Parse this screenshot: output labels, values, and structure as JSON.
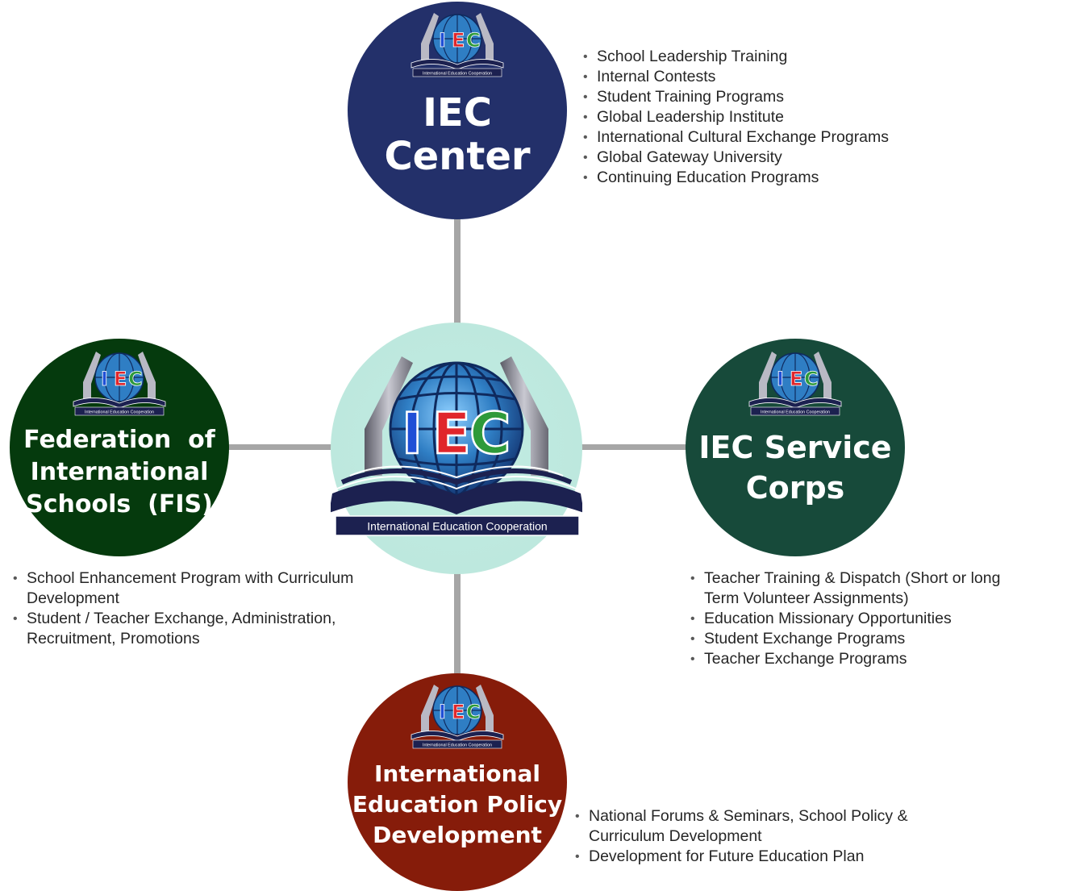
{
  "hub": {
    "logo_text": "IEC",
    "logo_caption": "International Education Cooperation",
    "colors": {
      "letter_i": "#1f4fd6",
      "letter_e": "#e0262b",
      "letter_c": "#2e9a3a",
      "banner": "#1c2150",
      "globe": "#2f7ec4"
    }
  },
  "nodes": [
    {
      "id": "iec-center",
      "title_lines": [
        "IEC Center"
      ],
      "color": "#23306a",
      "bullets": [
        "School Leadership Training",
        "Internal Contests",
        "Student Training Programs",
        "Global Leadership Institute",
        "International Cultural Exchange Programs",
        "Global Gateway University",
        "Continuing Education Programs"
      ]
    },
    {
      "id": "fis",
      "title_lines": [
        "Federation  of",
        "International",
        "Schools  (FIS)"
      ],
      "color": "#053a0d",
      "bullets": [
        "School Enhancement Program with Curriculum Development",
        "Student / Teacher Exchange, Administration, Recruitment, Promotions"
      ]
    },
    {
      "id": "service-corps",
      "title_lines": [
        "IEC Service",
        "Corps"
      ],
      "color": "#174a3a",
      "bullets": [
        "Teacher Training & Dispatch (Short or long Term Volunteer Assignments)",
        "Education Missionary Opportunities",
        "Student Exchange Programs",
        "Teacher Exchange Programs"
      ]
    },
    {
      "id": "policy",
      "title_lines": [
        "International",
        "Education Policy",
        "Development"
      ],
      "color": "#861c0a",
      "bullets": [
        "National Forums & Seminars, School Policy & Curriculum  Development",
        "Development for Future Education Plan"
      ]
    }
  ]
}
